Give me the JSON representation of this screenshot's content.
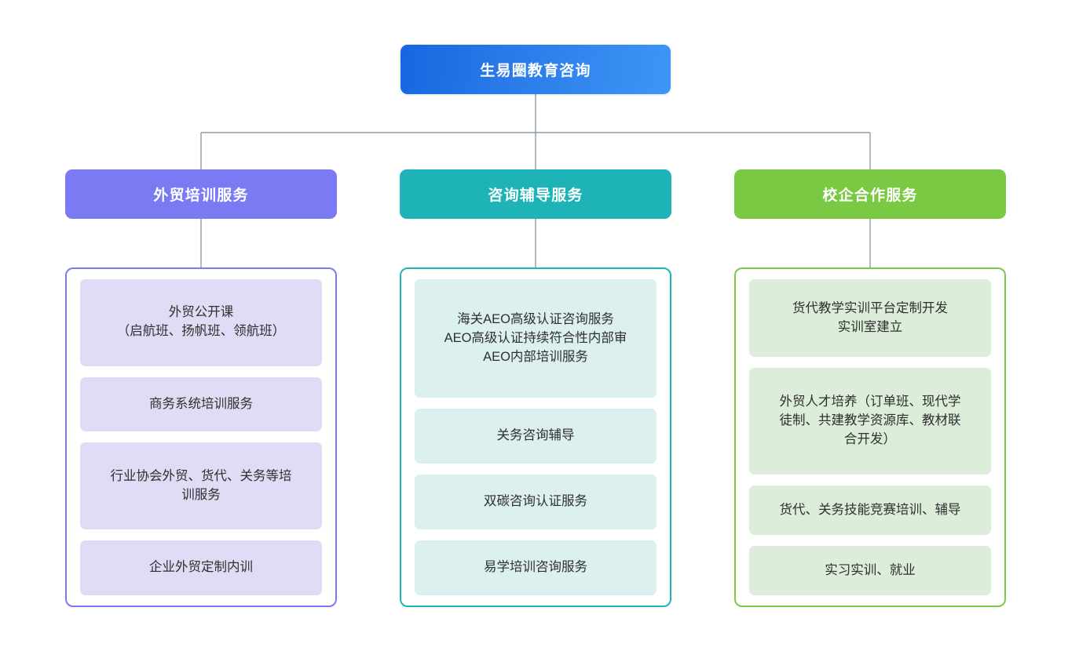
{
  "diagram": {
    "type": "organization-tree",
    "root": {
      "label": "生易圈教育咨询",
      "color": "#2979e8",
      "gradient_from": "#1666e0",
      "gradient_to": "#3d96f5",
      "text_color": "#ffffff"
    },
    "columns": [
      {
        "header": "外贸培训服务",
        "header_color": "#7a7af2",
        "border_color": "#7b7bf0",
        "pill_color": "#e0dcf5",
        "items": [
          {
            "label": "外贸公开课\n（启航班、扬帆班、领航班）",
            "lines": 2
          },
          {
            "label": "商务系统培训服务",
            "lines": 1
          },
          {
            "label": "行业协会外贸、货代、关务等培\n训服务",
            "lines": 2
          },
          {
            "label": "企业外贸定制内训",
            "lines": 1
          }
        ]
      },
      {
        "header": "咨询辅导服务",
        "header_color": "#1eb3b7",
        "border_color": "#21b5b8",
        "pill_color": "#dbf0ef",
        "items": [
          {
            "label": "海关AEO高级认证咨询服务\nAEO高级认证持续符合性内部审\nAEO内部培训服务",
            "lines": 3
          },
          {
            "label": "关务咨询辅导",
            "lines": 1
          },
          {
            "label": "双碳咨询认证服务",
            "lines": 1
          },
          {
            "label": "易学培训咨询服务",
            "lines": 1
          }
        ]
      },
      {
        "header": "校企合作服务",
        "header_color": "#7ac943",
        "border_color": "#7cc947",
        "pill_color": "#dcedda",
        "items": [
          {
            "label": "货代教学实训平台定制开发\n实训室建立",
            "lines": 2
          },
          {
            "label": "外贸人才培养（订单班、现代学\n徒制、共建教学资源库、教材联\n合开发）",
            "lines": 3
          },
          {
            "label": "货代、关务技能竞赛培训、辅导",
            "lines": 1
          },
          {
            "label": "实习实训、就业",
            "lines": 1
          }
        ]
      }
    ],
    "connector_color": "#8e99a8"
  }
}
